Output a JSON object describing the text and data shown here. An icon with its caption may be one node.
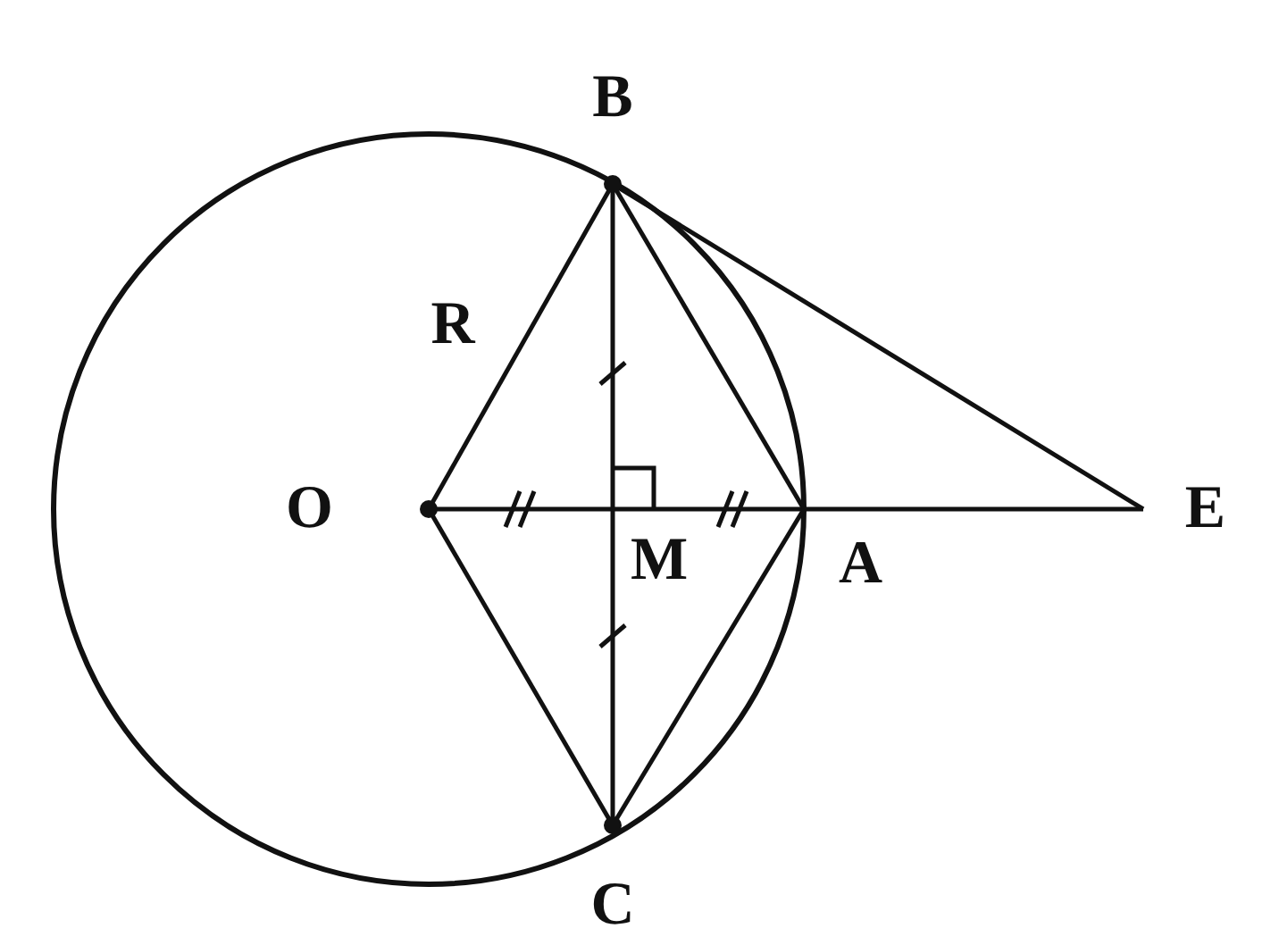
{
  "diagram": {
    "nodes": [
      {
        "text": [
          "B"
        ]
      },
      {
        "text": [
          "O"
        ]
      },
      {
        "text": [
          "E"
        ]
      },
      {
        "text": [
          "M"
        ]
      },
      {
        "text": [
          "A"
        ]
      },
      {
        "text": [
          "C"
        ]
      }
    ],
    "edges": [
      {
        "from": 0,
        "to": 1,
        "arrow": "none",
        "label": "R"
      },
      {
        "from": 1,
        "to": 5,
        "arrow": "none"
      },
      {
        "from": 0,
        "to": 3,
        "arrow": "none"
      },
      {
        "from": 3,
        "to": 5,
        "arrow": "none"
      },
      {
        "from": 1,
        "to": 3,
        "arrow": "none"
      },
      {
        "from": 3,
        "to": 4,
        "arrow": "none"
      },
      {
        "from": 4,
        "to": 2,
        "arrow": "none"
      },
      {
        "from": 0,
        "to": 4,
        "arrow": "none"
      },
      {
        "from": 4,
        "to": 5,
        "arrow": "none"
      },
      {
        "from": 0,
        "to": 2,
        "arrow": "none"
      }
    ]
  }
}
